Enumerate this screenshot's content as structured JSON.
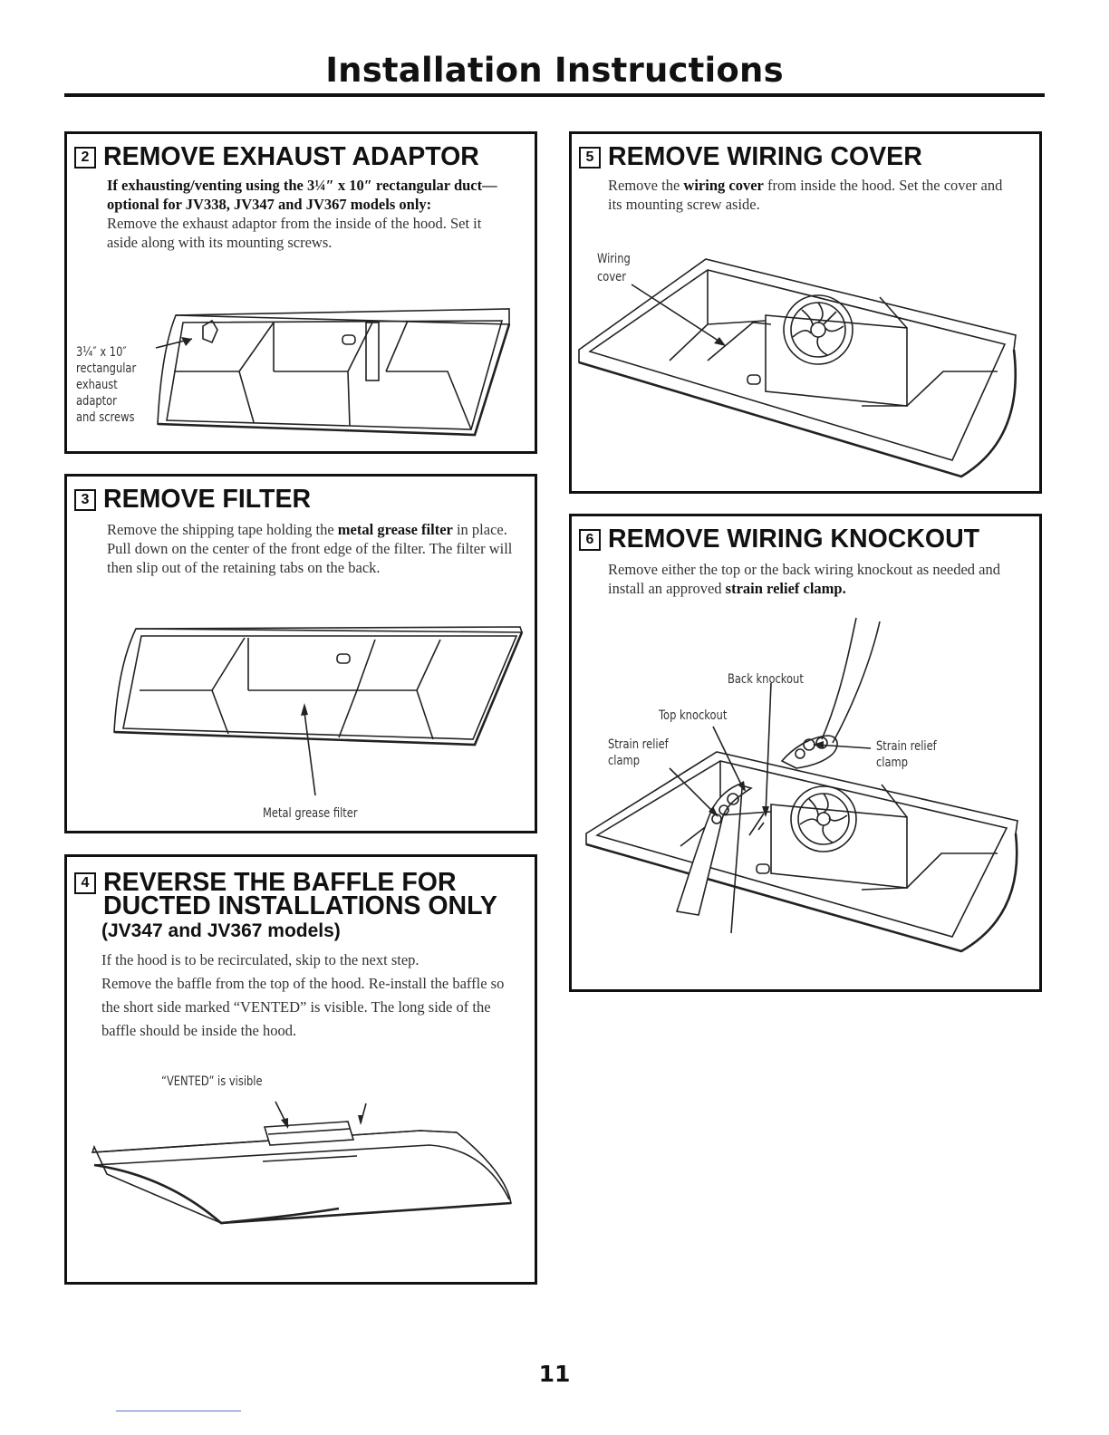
{
  "page": {
    "title": "Installation Instructions",
    "page_number": "11"
  },
  "step2": {
    "number": "2",
    "heading": "REMOVE EXHAUST ADAPTOR",
    "intro_bold": "If exhausting/venting using the 3¼″ x 10″ rectangular duct—optional for JV338, JV347 and JV367 models only:",
    "text": "Remove the exhaust adaptor from the inside of the hood. Set it aside along with its mounting screws.",
    "label_1": "3¼″ x 10″",
    "label_2": "rectangular",
    "label_3": "exhaust",
    "label_4": "adaptor",
    "label_5": "and screws"
  },
  "step3": {
    "number": "3",
    "heading": "REMOVE FILTER",
    "text_1": "Remove the shipping tape holding the ",
    "text_bold": "metal grease filter",
    "text_2": " in place. Pull down on the center of the front edge of the filter. The filter will then slip out of the retaining tabs on the back.",
    "label": "Metal grease filter"
  },
  "step4": {
    "number": "4",
    "heading_1": "REVERSE THE BAFFLE FOR",
    "heading_2": "DUCTED INSTALLATIONS ONLY",
    "subheading": "(JV347 and JV367 models)",
    "text_1": "If the hood is to be recirculated, skip to the next step.",
    "text_2": "Remove the baffle from the top of the hood. Re-install the baffle so the short side marked “VENTED” is visible. The long side of the baffle should be inside the hood.",
    "label": "“VENTED” is visible"
  },
  "step5": {
    "number": "5",
    "heading": "REMOVE WIRING COVER",
    "text_1": "Remove the ",
    "text_bold": "wiring cover",
    "text_2": " from inside the hood. Set the cover and its mounting screw aside.",
    "label_1": "Wiring",
    "label_2": "cover"
  },
  "step6": {
    "number": "6",
    "heading": "REMOVE WIRING KNOCKOUT",
    "text_1": "Remove either the top or the back wiring knockout as needed and install an approved ",
    "text_bold": "strain relief clamp.",
    "label_back": "Back knockout",
    "label_top": "Top knockout",
    "label_strain_left_1": "Strain relief",
    "label_strain_left_2": "clamp",
    "label_strain_right_1": "Strain relief",
    "label_strain_right_2": "clamp"
  }
}
